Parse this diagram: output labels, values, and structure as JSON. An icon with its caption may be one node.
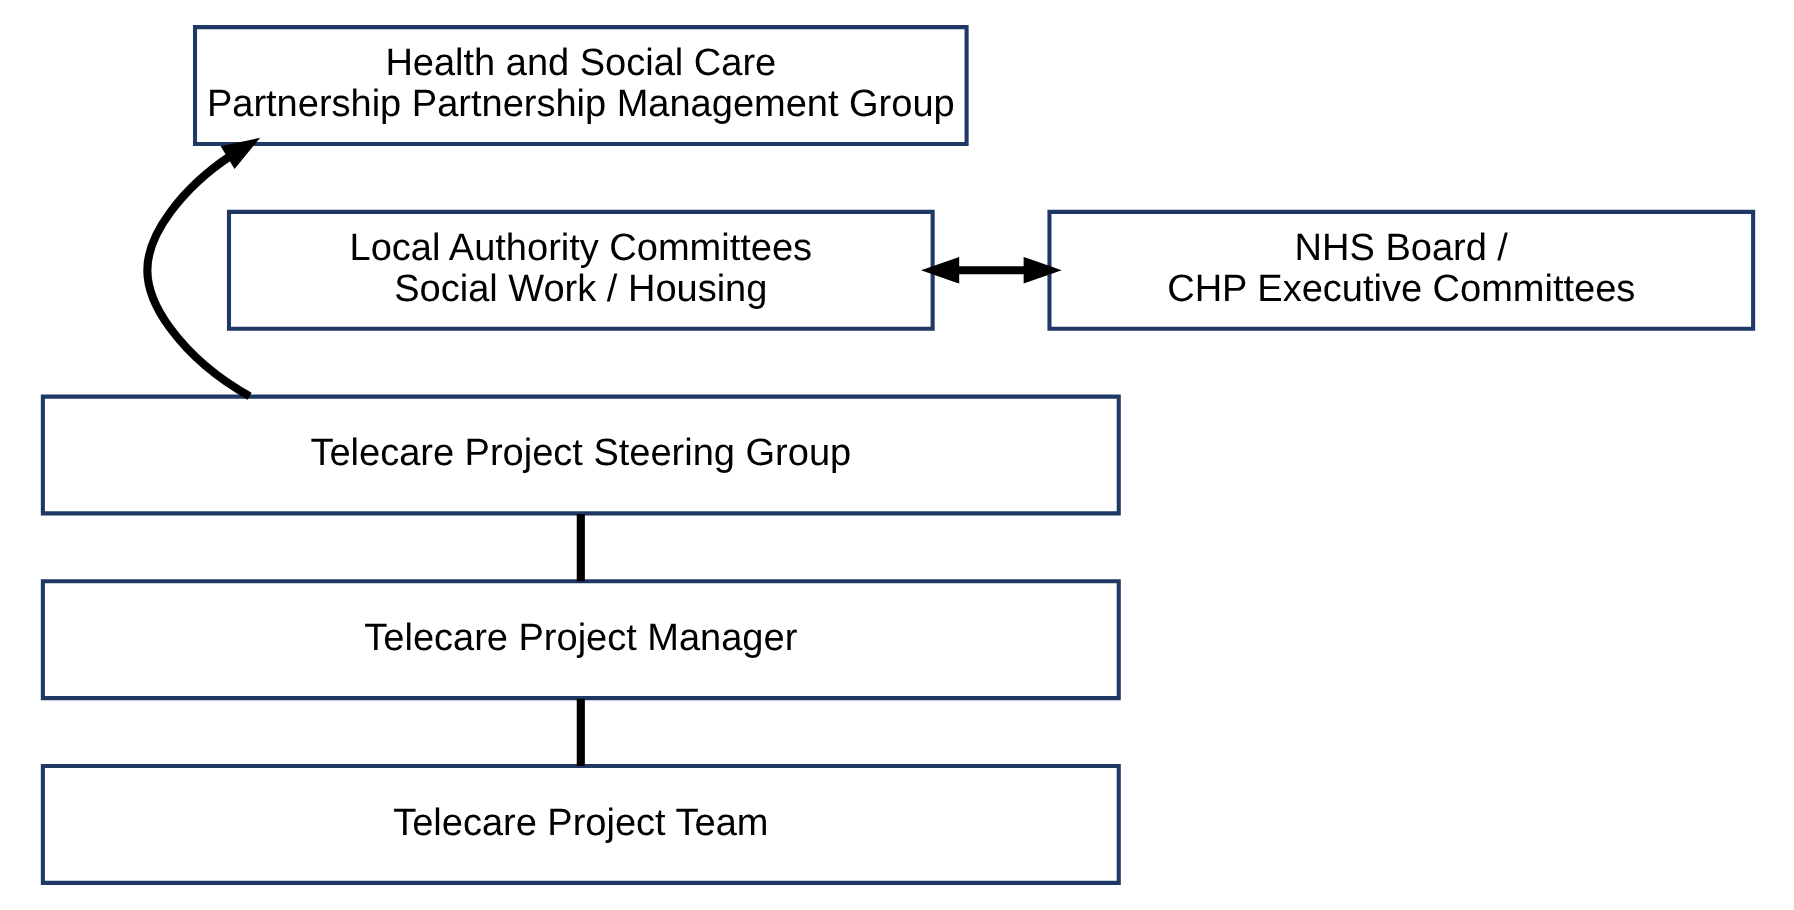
{
  "diagram": {
    "nodes": [
      {
        "text": [
          "Health and Social Care Partnership Partnership Management Group"
        ]
      },
      {
        "text": [
          "Local Authority Committees Social Work / Housing"
        ]
      },
      {
        "text": [
          "NHS Board / CHP Executive Committees"
        ]
      },
      {
        "text": [
          "Telecare Project Steering Group"
        ]
      },
      {
        "text": [
          "Telecare Project Manager"
        ]
      },
      {
        "text": [
          "Telecare Project Team"
        ]
      }
    ],
    "edges": [
      {
        "from": 3,
        "to": 0,
        "arrow": "to"
      },
      {
        "from": 1,
        "to": 2,
        "arrow": "both"
      },
      {
        "from": 5,
        "to": 4,
        "arrow": "none"
      },
      {
        "from": 4,
        "to": 3,
        "arrow": "none"
      }
    ]
  }
}
